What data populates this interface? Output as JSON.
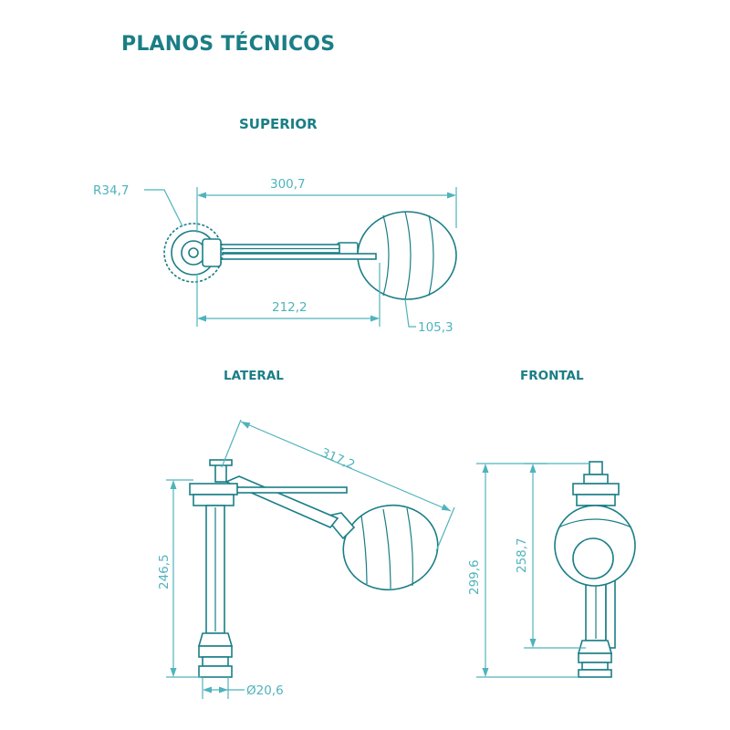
{
  "title": "PLANOS TÉCNICOS",
  "views": {
    "superior": "SUPERIOR",
    "lateral": "LATERAL",
    "frontal": "FRONTAL"
  },
  "dimensions": {
    "radius": "R34,7",
    "overall_top": "300,7",
    "arm_top": "212,2",
    "ball_top": "105,3",
    "diagonal": "317,2",
    "height_lateral": "246,5",
    "diameter": "Ø20,6",
    "height_frontal_outer": "299,6",
    "height_frontal_inner": "258,7"
  },
  "colors": {
    "heading": "#1a7e86",
    "outline": "#1a7e86",
    "dimension": "#4fb3bc"
  }
}
